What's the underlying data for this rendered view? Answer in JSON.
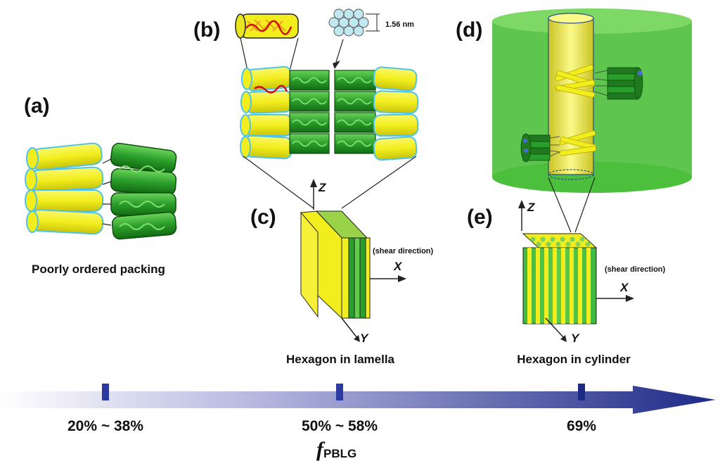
{
  "panels": {
    "a": {
      "label": "(a)",
      "caption": "Poorly ordered packing"
    },
    "b": {
      "label": "(b)",
      "spacing_label": "1.56 nm"
    },
    "c": {
      "label": "(c)",
      "axis_z": "Z",
      "axis_x": "X",
      "axis_y": "Y",
      "shear_label": "(shear direction)",
      "caption": "Hexagon in lamella"
    },
    "d": {
      "label": "(d)"
    },
    "e": {
      "label": "(e)",
      "axis_z": "Z",
      "axis_x": "X",
      "axis_y": "Y",
      "shear_label": "(shear direction)",
      "caption": "Hexagon in cylinder"
    }
  },
  "scale_axis": {
    "ticks": [
      {
        "label": "20% ~ 38%"
      },
      {
        "label": "50% ~ 58%"
      },
      {
        "label": "69%"
      }
    ],
    "symbol": "f",
    "subscript": "PBLG"
  },
  "colors": {
    "yellow": "#f2ee1e",
    "green_dark": "#1f8a1f",
    "green_light": "#55cc44",
    "outline_cyan": "#4fc3e8",
    "axis_dark": "#1a2a80"
  }
}
